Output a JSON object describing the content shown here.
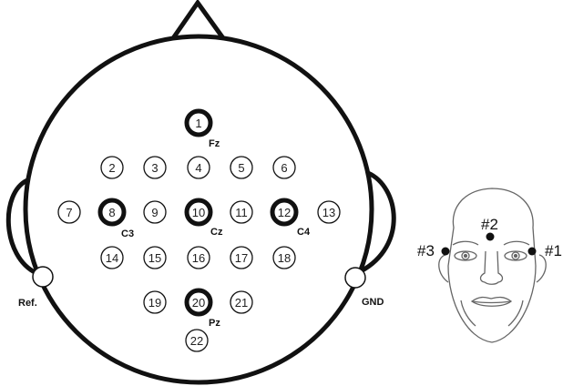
{
  "head_diagram": {
    "electrodes": [
      {
        "number": "1",
        "label": "Fz",
        "bold": true
      },
      {
        "number": "2",
        "label": "",
        "bold": false
      },
      {
        "number": "3",
        "label": "",
        "bold": false
      },
      {
        "number": "4",
        "label": "",
        "bold": false
      },
      {
        "number": "5",
        "label": "",
        "bold": false
      },
      {
        "number": "6",
        "label": "",
        "bold": false
      },
      {
        "number": "7",
        "label": "",
        "bold": false
      },
      {
        "number": "8",
        "label": "C3",
        "bold": true
      },
      {
        "number": "9",
        "label": "",
        "bold": false
      },
      {
        "number": "10",
        "label": "Cz",
        "bold": true
      },
      {
        "number": "11",
        "label": "",
        "bold": false
      },
      {
        "number": "12",
        "label": "C4",
        "bold": true
      },
      {
        "number": "13",
        "label": "",
        "bold": false
      },
      {
        "number": "14",
        "label": "",
        "bold": false
      },
      {
        "number": "15",
        "label": "",
        "bold": false
      },
      {
        "number": "16",
        "label": "",
        "bold": false
      },
      {
        "number": "17",
        "label": "",
        "bold": false
      },
      {
        "number": "18",
        "label": "",
        "bold": false
      },
      {
        "number": "19",
        "label": "",
        "bold": false
      },
      {
        "number": "20",
        "label": "Pz",
        "bold": true
      },
      {
        "number": "21",
        "label": "",
        "bold": false
      },
      {
        "number": "22",
        "label": "",
        "bold": false
      }
    ],
    "reference_label": "Ref.",
    "ground_label": "GND"
  },
  "face_diagram": {
    "points": [
      {
        "label": "#1"
      },
      {
        "label": "#2"
      },
      {
        "label": "#3"
      }
    ]
  }
}
